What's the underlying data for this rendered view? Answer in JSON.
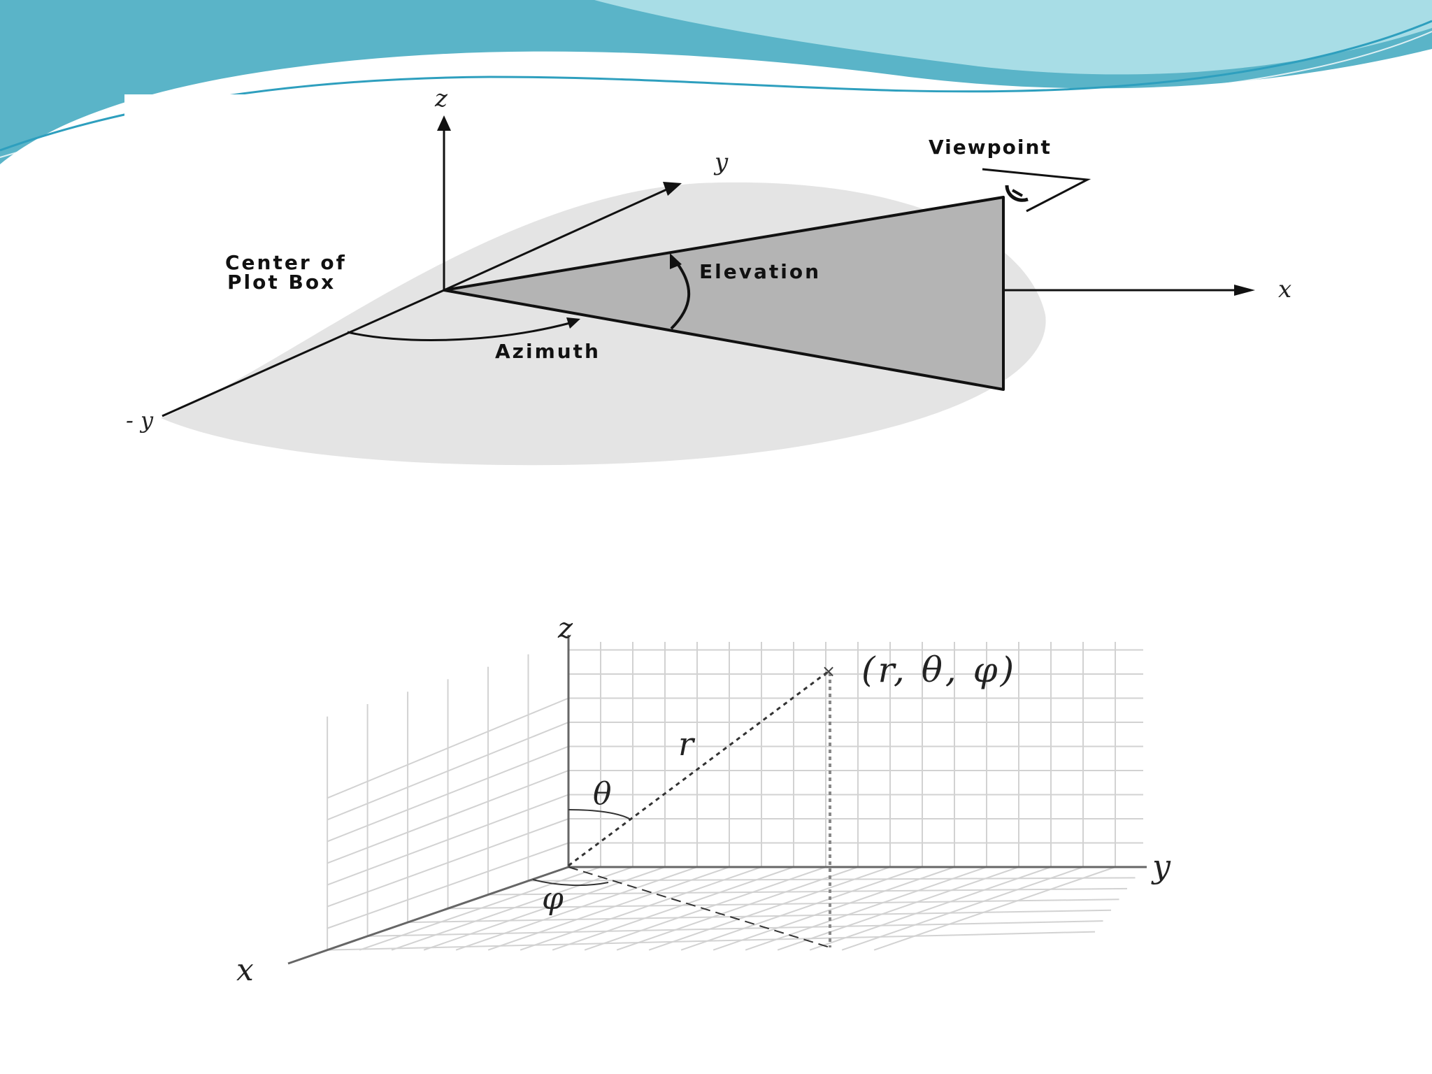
{
  "slide": {
    "colors": {
      "band_dark": "#5ab4c8",
      "band_light": "#a8dde6",
      "band_line": "#2e9fbe"
    }
  },
  "figure_top": {
    "axis_z": "z",
    "axis_y": "y",
    "axis_x": "x",
    "axis_neg_y": "- y",
    "viewpoint": "Viewpoint",
    "elevation": "Elevation",
    "azimuth": "Azimuth",
    "center_line1": "Center of",
    "center_line2": "Plot Box",
    "colors": {
      "disk": "#e4e4e4",
      "plane": "#b4b4b4"
    }
  },
  "figure_bottom": {
    "axis_z": "z",
    "axis_y": "y",
    "axis_x": "x",
    "point_label": "(r, θ, φ)",
    "r_label": "r",
    "theta_label": "θ",
    "phi_label": "φ",
    "colors": {
      "grid": "#d2d2d2"
    }
  }
}
